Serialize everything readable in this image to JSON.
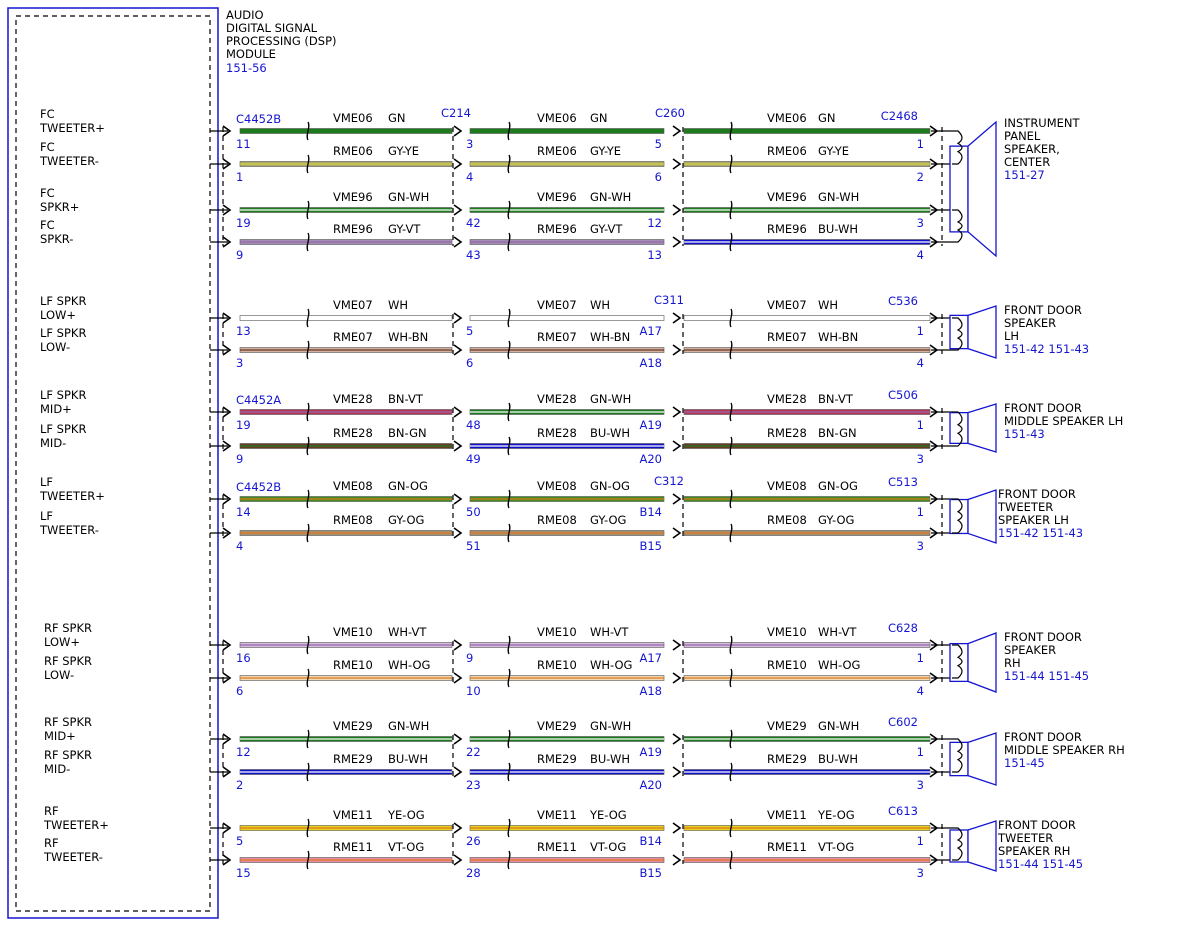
{
  "module": {
    "title_lines": [
      "AUDIO",
      "DIGITAL SIGNAL",
      "PROCESSING (DSP)",
      "MODULE"
    ],
    "ref": "151-56"
  },
  "colors": {
    "GN": "#1d7a1d",
    "GY-YE": "#a8a868",
    "GN-WH": "#1d7a1d",
    "GY-VT": "#9e8eb0",
    "BU-WH": "#1010c8",
    "WH": "#ffffff",
    "WH-BN": "#d4b2a2",
    "BN-VT": "#b53550",
    "BN-GN": "#6a3a24",
    "GN-OG": "#3f8c1e",
    "GY-OG": "#a39072",
    "WH-VT": "#d6bedc",
    "WH-OG": "#f0d8b4",
    "YE-OG": "#e6d21e",
    "VT-OG": "#e68ca4"
  },
  "segment_connectors": [
    {
      "label": "C214",
      "group": 0
    },
    {
      "label": "C260",
      "group": 0
    },
    {
      "label": "C311",
      "group": 1
    },
    {
      "label": "C312",
      "group": 3
    }
  ],
  "groups": [
    {
      "module_connector": "C4452B",
      "load": {
        "lines": [
          "INSTRUMENT",
          "PANEL",
          "SPEAKER,",
          "CENTER"
        ],
        "refs": "151-27"
      },
      "load_connector": "C2468",
      "wires": [
        {
          "sig": [
            "FC",
            "TWEETER+"
          ],
          "circuit": "VME06",
          "pins": [
            "11",
            "3",
            "5",
            "1"
          ],
          "colors": [
            "GN",
            "GN",
            "GN"
          ]
        },
        {
          "sig": [
            "FC",
            "TWEETER-"
          ],
          "circuit": "RME06",
          "pins": [
            "1",
            "4",
            "6",
            "2"
          ],
          "colors": [
            "GY-YE",
            "GY-YE",
            "GY-YE"
          ]
        },
        {
          "sig": [
            "FC",
            "SPKR+"
          ],
          "circuit": "VME96",
          "pins": [
            "19",
            "42",
            "12",
            "3"
          ],
          "colors": [
            "GN-WH",
            "GN-WH",
            "GN-WH"
          ]
        },
        {
          "sig": [
            "FC",
            "SPKR-"
          ],
          "circuit": "RME96",
          "pins": [
            "9",
            "43",
            "13",
            "4"
          ],
          "colors": [
            "GY-VT",
            "GY-VT",
            "BU-WH"
          ]
        }
      ]
    },
    {
      "module_connector": "",
      "load": {
        "lines": [
          "FRONT DOOR",
          "SPEAKER",
          "LH"
        ],
        "refs": "151-42  151-43"
      },
      "load_connector": "C536",
      "wires": [
        {
          "sig": [
            "LF SPKR",
            "LOW+"
          ],
          "circuit": "VME07",
          "pins": [
            "13",
            "5",
            "A17",
            "1"
          ],
          "colors": [
            "WH",
            "WH",
            "WH"
          ]
        },
        {
          "sig": [
            "LF SPKR",
            "LOW-"
          ],
          "circuit": "RME07",
          "pins": [
            "3",
            "6",
            "A18",
            "4"
          ],
          "colors": [
            "WH-BN",
            "WH-BN",
            "WH-BN"
          ]
        }
      ]
    },
    {
      "module_connector": "C4452A",
      "load": {
        "lines": [
          "FRONT DOOR",
          "MIDDLE SPEAKER LH"
        ],
        "refs": "151-43"
      },
      "load_connector": "C506",
      "wires": [
        {
          "sig": [
            "LF SPKR",
            "MID+"
          ],
          "circuit": "VME28",
          "pins": [
            "19",
            "48",
            "A19",
            "1"
          ],
          "colors": [
            "BN-VT",
            "GN-WH",
            "BN-VT"
          ]
        },
        {
          "sig": [
            "LF SPKR",
            "MID-"
          ],
          "circuit": "RME28",
          "pins": [
            "9",
            "49",
            "A20",
            "3"
          ],
          "colors": [
            "BN-GN",
            "BU-WH",
            "BN-GN"
          ]
        }
      ]
    },
    {
      "module_connector": "C4452B",
      "load": {
        "lines": [
          "FRONT DOOR",
          "TWEETER",
          "SPEAKER LH"
        ],
        "refs": "151-42  151-43"
      },
      "load_connector": "C513",
      "wires": [
        {
          "sig": [
            "LF",
            "TWEETER+"
          ],
          "circuit": "VME08",
          "pins": [
            "14",
            "50",
            "B14",
            "1"
          ],
          "colors": [
            "GN-OG",
            "GN-OG",
            "GN-OG"
          ]
        },
        {
          "sig": [
            "LF",
            "TWEETER-"
          ],
          "circuit": "RME08",
          "pins": [
            "4",
            "51",
            "B15",
            "3"
          ],
          "colors": [
            "GY-OG",
            "GY-OG",
            "GY-OG"
          ]
        }
      ]
    },
    {
      "module_connector": "",
      "load": {
        "lines": [
          "FRONT DOOR",
          "SPEAKER",
          "RH"
        ],
        "refs": "151-44  151-45"
      },
      "load_connector": "C628",
      "wires": [
        {
          "sig": [
            "RF SPKR",
            "LOW+"
          ],
          "circuit": "VME10",
          "pins": [
            "16",
            "9",
            "A17",
            "1"
          ],
          "colors": [
            "WH-VT",
            "WH-VT",
            "WH-VT"
          ]
        },
        {
          "sig": [
            "RF SPKR",
            "LOW-"
          ],
          "circuit": "RME10",
          "pins": [
            "6",
            "10",
            "A18",
            "4"
          ],
          "colors": [
            "WH-OG",
            "WH-OG",
            "WH-OG"
          ]
        }
      ]
    },
    {
      "module_connector": "",
      "load": {
        "lines": [
          "FRONT DOOR",
          "MIDDLE SPEAKER RH"
        ],
        "refs": "151-45"
      },
      "load_connector": "C602",
      "wires": [
        {
          "sig": [
            "RF SPKR",
            "MID+"
          ],
          "circuit": "VME29",
          "pins": [
            "12",
            "22",
            "A19",
            "1"
          ],
          "colors": [
            "GN-WH",
            "GN-WH",
            "GN-WH"
          ]
        },
        {
          "sig": [
            "RF SPKR",
            "MID-"
          ],
          "circuit": "RME29",
          "pins": [
            "2",
            "23",
            "A20",
            "3"
          ],
          "colors": [
            "BU-WH",
            "BU-WH",
            "BU-WH"
          ]
        }
      ]
    },
    {
      "module_connector": "",
      "load": {
        "lines": [
          "FRONT DOOR",
          "TWEETER",
          "SPEAKER RH"
        ],
        "refs": "151-44  151-45"
      },
      "load_connector": "C613",
      "wires": [
        {
          "sig": [
            "RF",
            "TWEETER+"
          ],
          "circuit": "VME11",
          "pins": [
            "5",
            "26",
            "B14",
            "1"
          ],
          "colors": [
            "YE-OG",
            "YE-OG",
            "YE-OG"
          ]
        },
        {
          "sig": [
            "RF",
            "TWEETER-"
          ],
          "circuit": "RME11",
          "pins": [
            "15",
            "28",
            "B15",
            "3"
          ],
          "colors": [
            "VT-OG",
            "VT-OG",
            "VT-OG"
          ]
        }
      ]
    }
  ]
}
